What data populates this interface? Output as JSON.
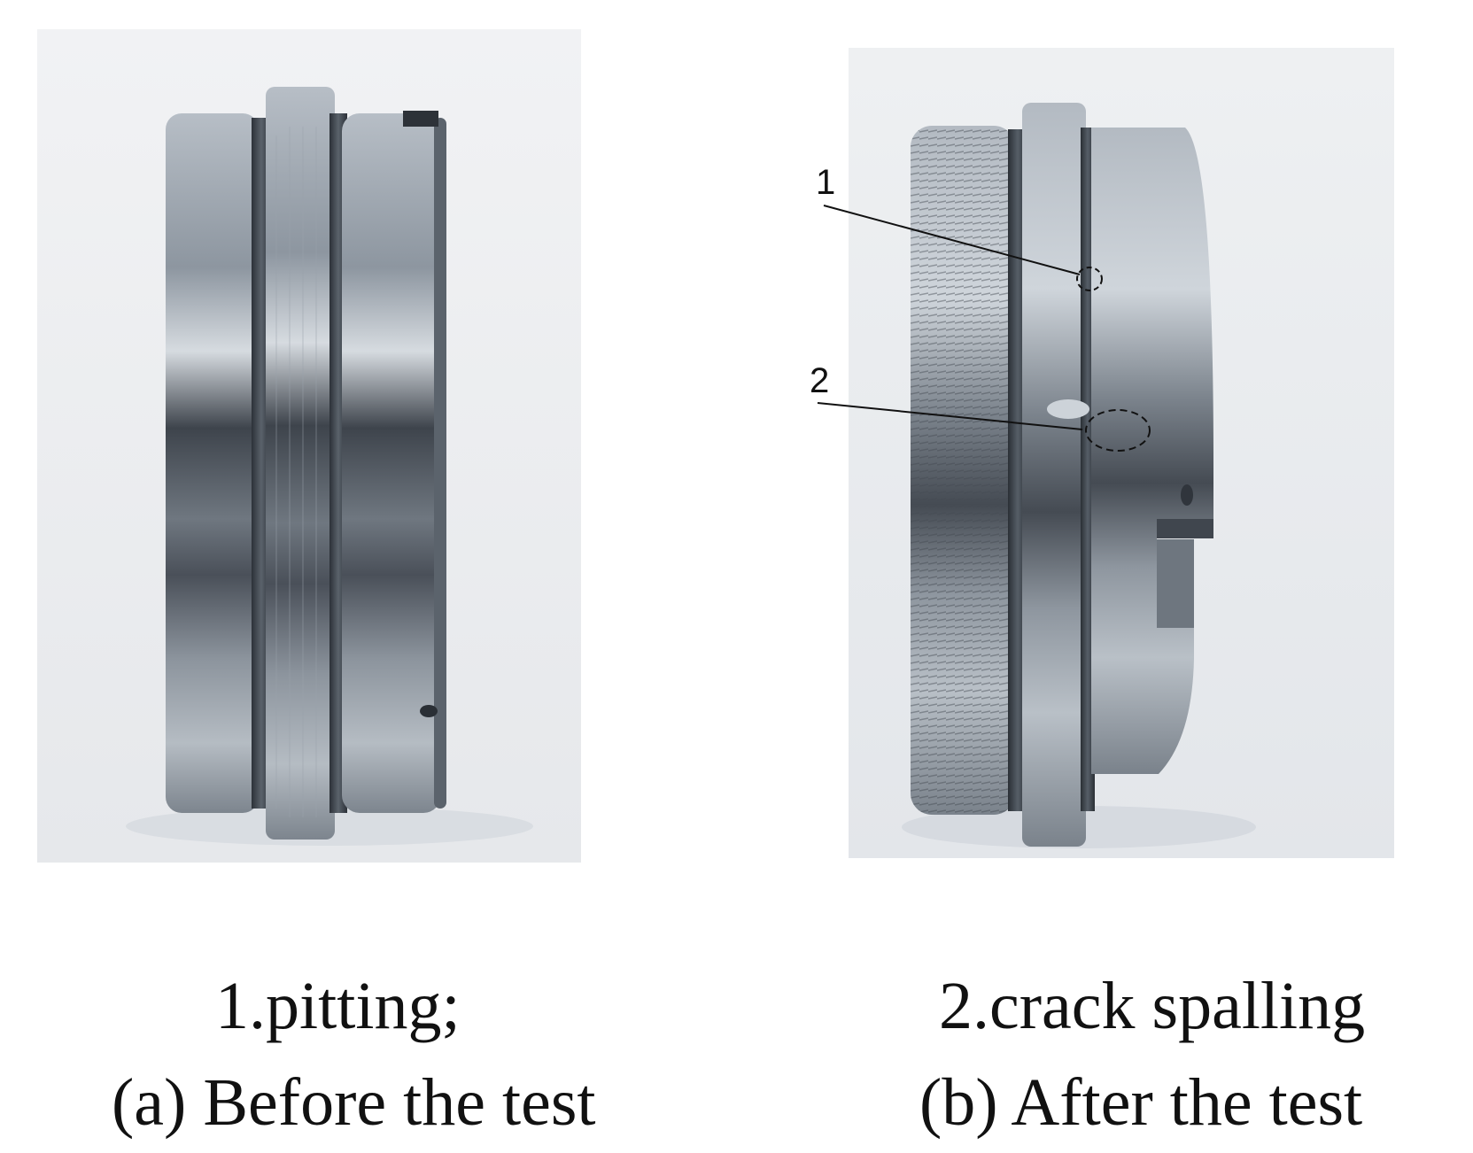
{
  "figure": {
    "panels": [
      {
        "caption": "(a) Before the test"
      },
      {
        "caption": "(b) After the test"
      }
    ],
    "defects": [
      {
        "marker": "1",
        "label": "1.pitting;"
      },
      {
        "marker": "2",
        "label": "2.crack spalling"
      }
    ]
  },
  "colors": {
    "background": "#ffffff",
    "steel_light": "#c9cfd6",
    "steel_dark": "#3a4048",
    "annotation": "#111111"
  }
}
